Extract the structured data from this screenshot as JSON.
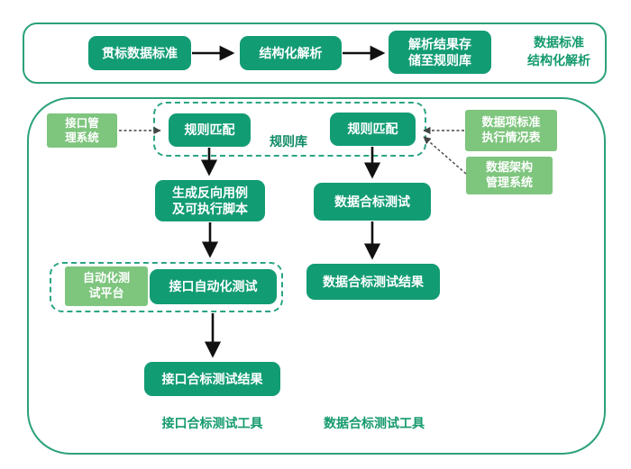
{
  "colors": {
    "dark_node_fill": "#129c74",
    "light_node_fill": "#7ec57e",
    "container_border": "#2ba277",
    "dashed_border": "#2aa584",
    "green_text": "#149a6d",
    "rule_lib_text": "#0e8a65",
    "solid_arrow": "#111111",
    "dashed_arrow": "#444444"
  },
  "top_section": {
    "node_implement_standard": {
      "label": "贯标数据标准"
    },
    "node_structured_parsing": {
      "label": "结构化解析"
    },
    "node_parse_result_store": {
      "line1": "解析结果存",
      "line2": "储至规则库"
    },
    "side_label": {
      "line1": "数据标准",
      "line2": "结构化解析"
    }
  },
  "main_section": {
    "node_interface_mgmt": {
      "line1": "接口管",
      "line2": "理系统"
    },
    "node_rule_match_left": {
      "label": "规则匹配"
    },
    "rule_library_label": "规则库",
    "node_rule_match_right": {
      "label": "规则匹配"
    },
    "node_data_item_table": {
      "line1": "数据项标准",
      "line2": "执行情况表"
    },
    "node_data_arch_mgmt": {
      "line1": "数据架构",
      "line2": "管理系统"
    },
    "node_generate_cases": {
      "line1": "生成反向用例",
      "line2": "及可执行脚本"
    },
    "node_data_compliance_test": {
      "label": "数据合标测试"
    },
    "node_auto_test_platform": {
      "line1": "自动化测",
      "line2": "试平台"
    },
    "node_api_auto_test": {
      "label": "接口自动化测试"
    },
    "node_data_test_result": {
      "label": "数据合标测试结果"
    },
    "node_api_test_result": {
      "label": "接口合标测试结果"
    },
    "caption_left": "接口合标测试工具",
    "caption_right": "数据合标测试工具"
  }
}
